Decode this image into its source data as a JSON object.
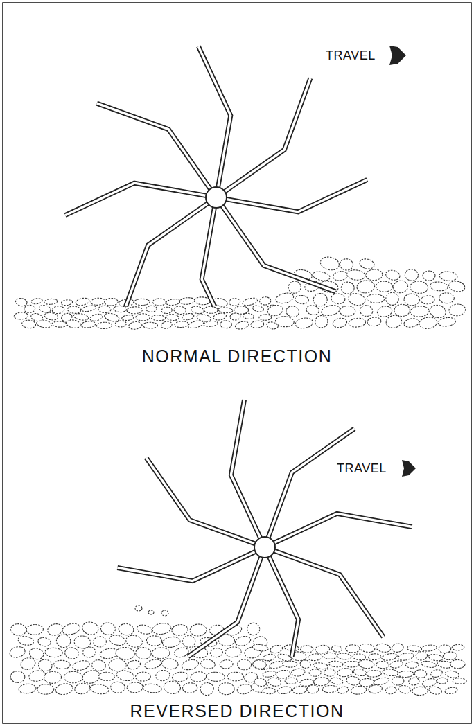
{
  "diagram": {
    "labels": [
      "TRAVEL",
      "NORMAL DIRECTION",
      "TRAVEL",
      "REVERSED DIRECTION"
    ]
  }
}
